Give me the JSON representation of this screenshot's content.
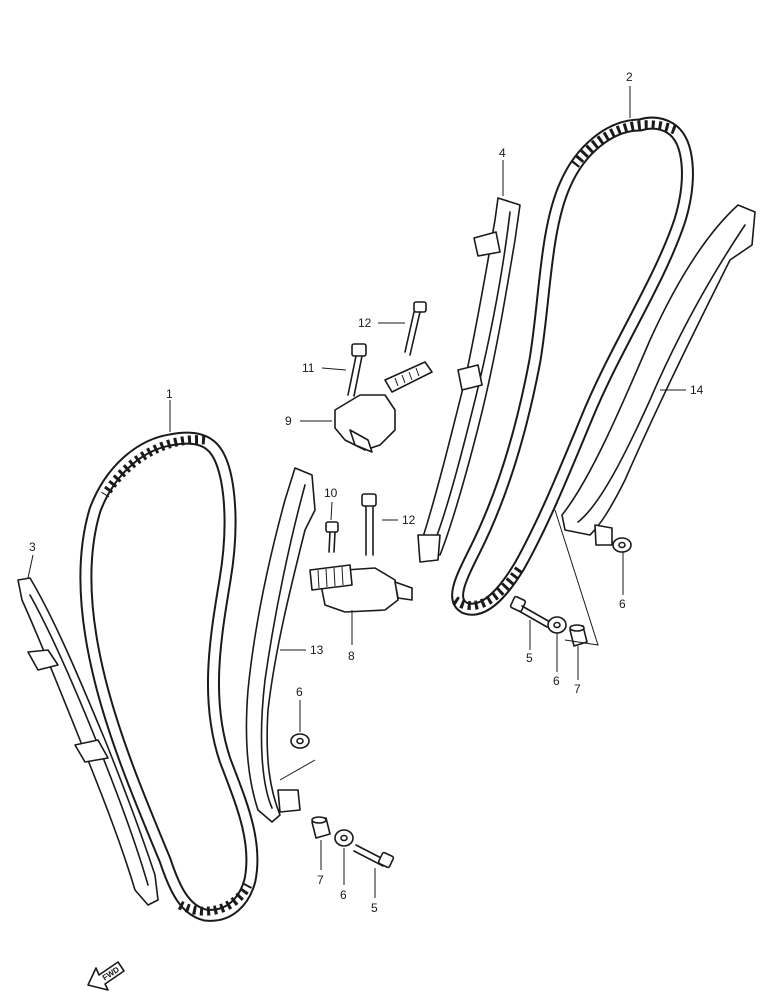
{
  "callouts": {
    "c1": "1",
    "c2": "2",
    "c3": "3",
    "c4": "4",
    "c5a": "5",
    "c5b": "5",
    "c6a": "6",
    "c6b": "6",
    "c6c": "6",
    "c6d": "6",
    "c7a": "7",
    "c7b": "7",
    "c8": "8",
    "c9": "9",
    "c10": "10",
    "c11": "11",
    "c12a": "12",
    "c12b": "12",
    "c13": "13",
    "c14": "14"
  },
  "front_arrow": {
    "label": "FWD"
  }
}
